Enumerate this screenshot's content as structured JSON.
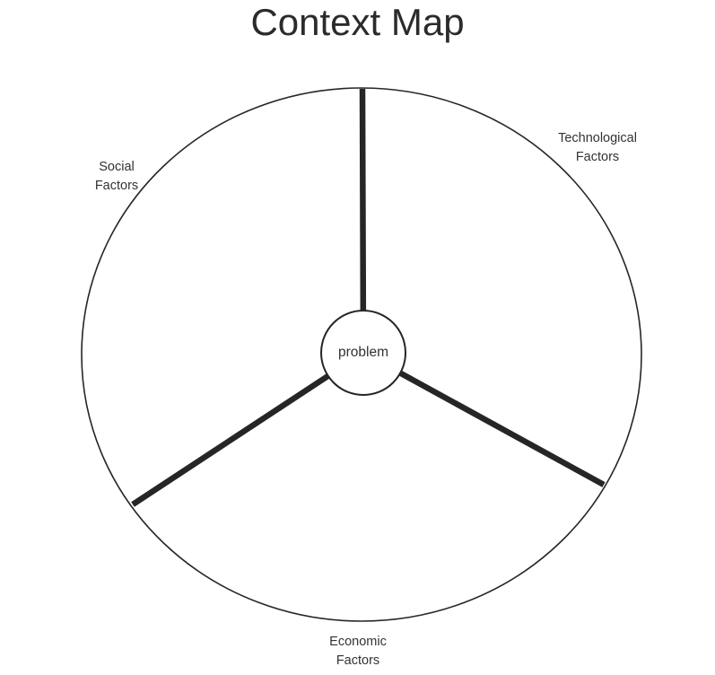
{
  "title": "Context Map",
  "diagram": {
    "center": {
      "label": "problem"
    },
    "sectors": [
      {
        "id": "social",
        "label": "Social\nFactors"
      },
      {
        "id": "technological",
        "label": "Technological\nFactors"
      },
      {
        "id": "economic",
        "label": "Economic\nFactors"
      }
    ]
  },
  "colors": {
    "line": "#262626",
    "text": "#333333",
    "background": "#ffffff"
  }
}
